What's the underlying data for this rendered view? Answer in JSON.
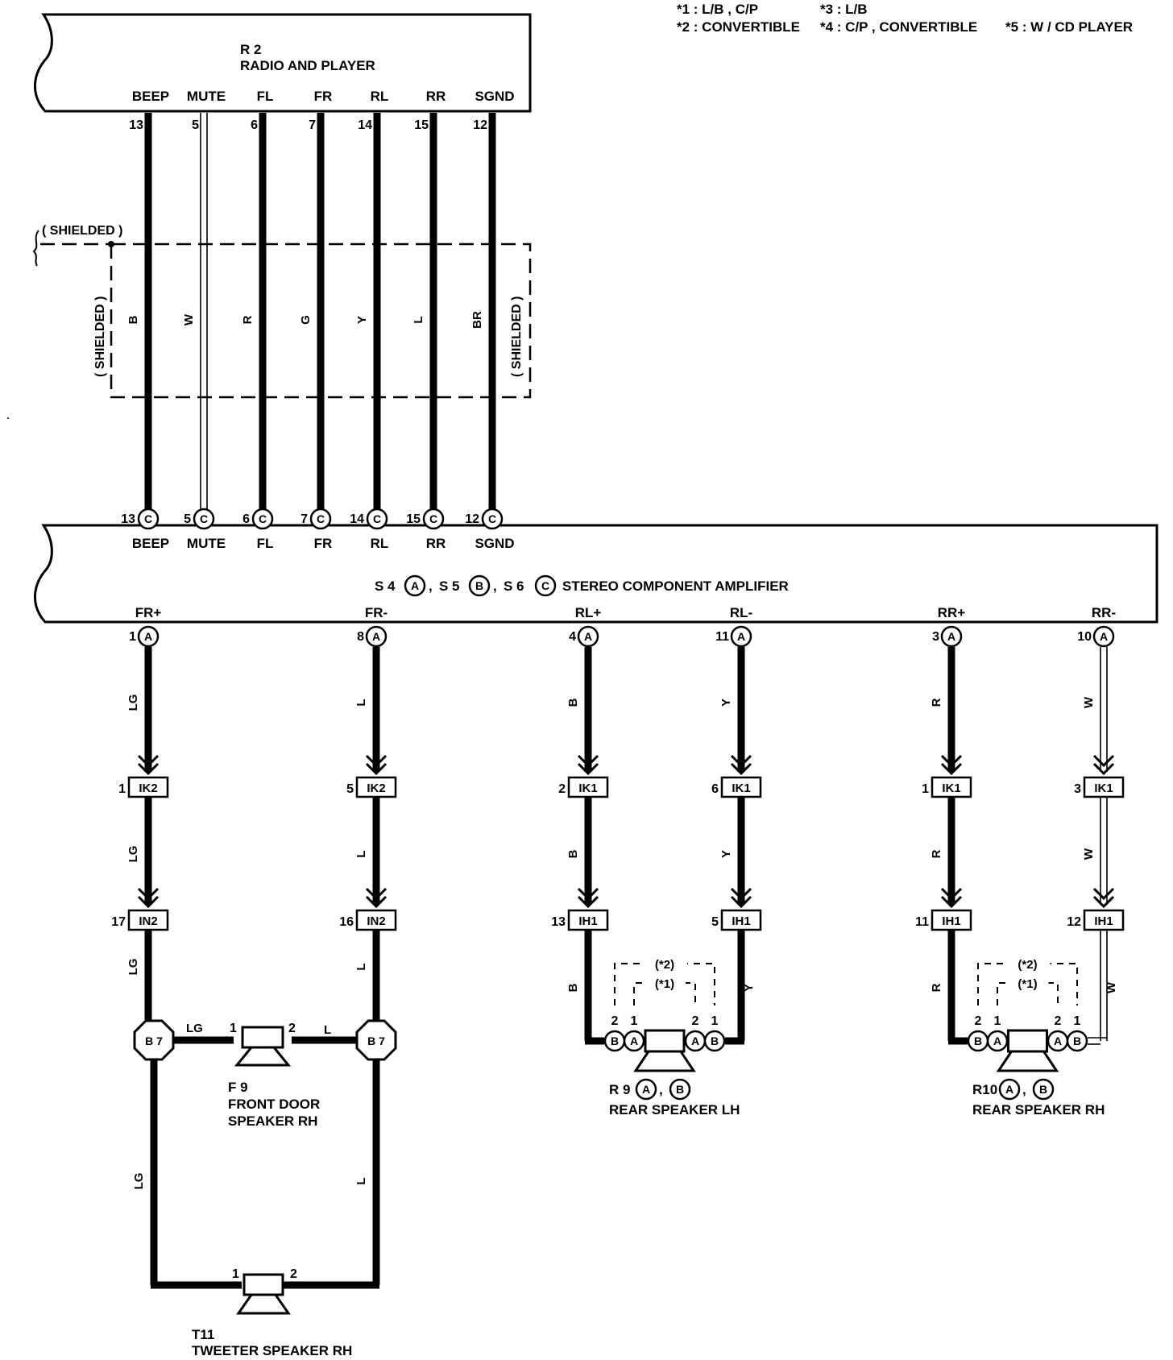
{
  "notes": {
    "n1": "*1 : L/B , C/P",
    "n3": "*3 : L/B",
    "n2": "*2 : CONVERTIBLE",
    "n4": "*4 : C/P , CONVERTIBLE",
    "n5": "*5 : W / CD PLAYER"
  },
  "radio": {
    "code": "R 2",
    "name": "RADIO AND PLAYER",
    "terminals": [
      {
        "label": "BEEP",
        "pin": "13",
        "wire": "B",
        "style": "thick"
      },
      {
        "label": "MUTE",
        "pin": "5",
        "wire": "W",
        "style": "white"
      },
      {
        "label": "FL",
        "pin": "6",
        "wire": "R",
        "style": "thick"
      },
      {
        "label": "FR",
        "pin": "7",
        "wire": "G",
        "style": "thick"
      },
      {
        "label": "RL",
        "pin": "14",
        "wire": "Y",
        "style": "thick"
      },
      {
        "label": "RR",
        "pin": "15",
        "wire": "L",
        "style": "thick"
      },
      {
        "label": "SGND",
        "pin": "12",
        "wire": "BR",
        "style": "thick"
      }
    ]
  },
  "shielded_label": "( SHIELDED )",
  "amp": {
    "title_s4": "S 4",
    "title_s5": "S 5",
    "title_s6": "S 6",
    "connector_a": "A",
    "connector_b": "B",
    "connector_c": "C",
    "name": "STEREO COMPONENT AMPLIFIER",
    "inputs": [
      {
        "pin": "13",
        "conn": "C",
        "label": "BEEP"
      },
      {
        "pin": "5",
        "conn": "C",
        "label": "MUTE"
      },
      {
        "pin": "6",
        "conn": "C",
        "label": "FL"
      },
      {
        "pin": "7",
        "conn": "C",
        "label": "FR"
      },
      {
        "pin": "14",
        "conn": "C",
        "label": "RL"
      },
      {
        "pin": "15",
        "conn": "C",
        "label": "RR"
      },
      {
        "pin": "12",
        "conn": "C",
        "label": "SGND"
      }
    ],
    "outputs": [
      {
        "label": "FR+",
        "pin": "1",
        "conn": "A"
      },
      {
        "label": "FR-",
        "pin": "8",
        "conn": "A"
      },
      {
        "label": "RL+",
        "pin": "4",
        "conn": "A"
      },
      {
        "label": "RL-",
        "pin": "11",
        "conn": "A"
      },
      {
        "label": "RR+",
        "pin": "3",
        "conn": "A"
      },
      {
        "label": "RR-",
        "pin": "10",
        "conn": "A"
      }
    ]
  },
  "columns": [
    {
      "w1": "LG",
      "j1pin": "1",
      "j1": "IK2",
      "w2": "LG",
      "j2pin": "17",
      "j2": "IN2",
      "w3": "LG"
    },
    {
      "w1": "L",
      "j1pin": "5",
      "j1": "IK2",
      "w2": "L",
      "j2pin": "16",
      "j2": "IN2",
      "w3": "L"
    },
    {
      "w1": "B",
      "j1pin": "2",
      "j1": "IK1",
      "w2": "B",
      "j2pin": "13",
      "j2": "IH1",
      "w3": "B"
    },
    {
      "w1": "Y",
      "j1pin": "6",
      "j1": "IK1",
      "w2": "Y",
      "j2pin": "5",
      "j2": "IH1",
      "w3": "Y"
    },
    {
      "w1": "R",
      "j1pin": "1",
      "j1": "IK1",
      "w2": "R",
      "j2pin": "11",
      "j2": "IH1",
      "w3": "R"
    },
    {
      "w1": "W",
      "j1pin": "3",
      "j1": "IK1",
      "w2": "W",
      "j2pin": "12",
      "j2": "IH1",
      "w3": "W"
    }
  ],
  "splice": "B 7",
  "front_door": {
    "code": "F 9",
    "line1": "FRONT DOOR",
    "line2": "SPEAKER RH",
    "pin1": "1",
    "pin2": "2",
    "wire_left": "LG",
    "wire_right": "L"
  },
  "tweeter": {
    "code": "T11",
    "name": "TWEETER SPEAKER RH",
    "pin1": "1",
    "pin2": "2",
    "wire_left": "LG",
    "wire_right": "L"
  },
  "rear_lh": {
    "code": "R 9",
    "name": "REAR SPEAKER LH",
    "note_outer": "(*2)",
    "note_inner": "(*1)"
  },
  "rear_rh": {
    "code": "R10",
    "name": "REAR SPEAKER RH",
    "note_outer": "(*2)",
    "note_inner": "(*1)"
  },
  "pin_one": "1",
  "pin_two": "2"
}
